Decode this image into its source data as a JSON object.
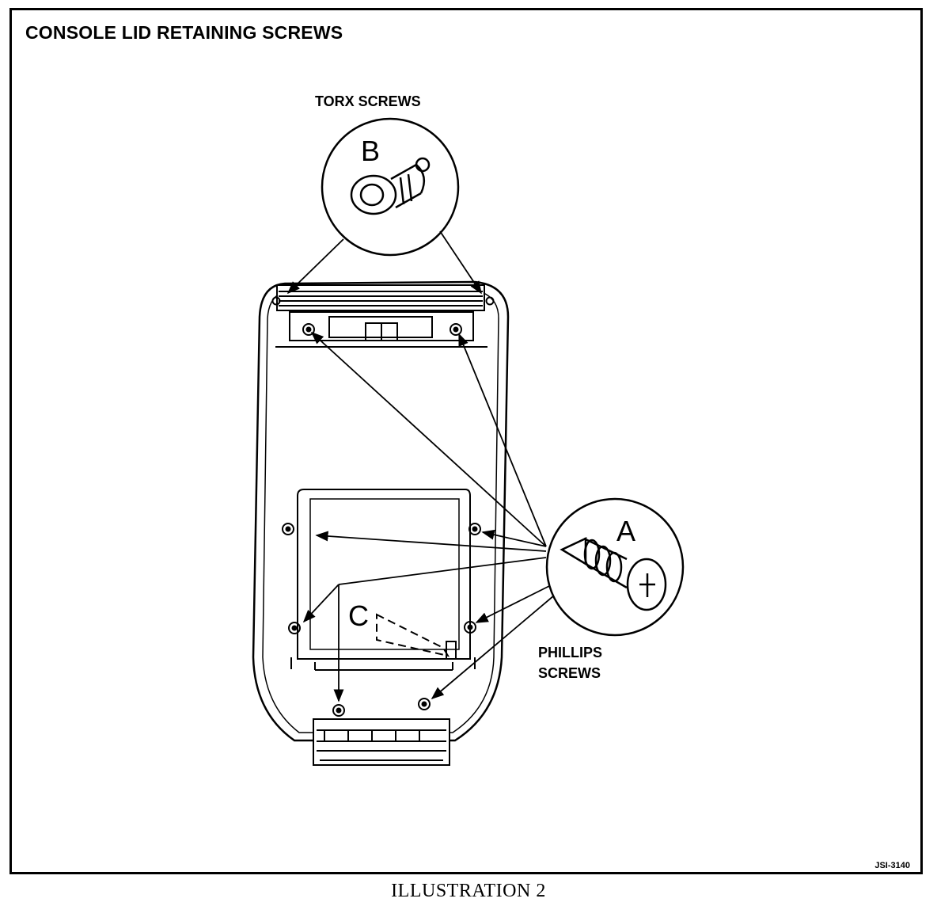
{
  "diagram": {
    "title": "CONSOLE LID RETAINING SCREWS",
    "labels": {
      "torx": "TORX SCREWS",
      "phillips_line1": "PHILLIPS",
      "phillips_line2": "SCREWS"
    },
    "callouts": {
      "a": "A",
      "b": "B",
      "c": "C"
    },
    "code": "JSI-3140",
    "caption": "ILLUSTRATION 2"
  }
}
